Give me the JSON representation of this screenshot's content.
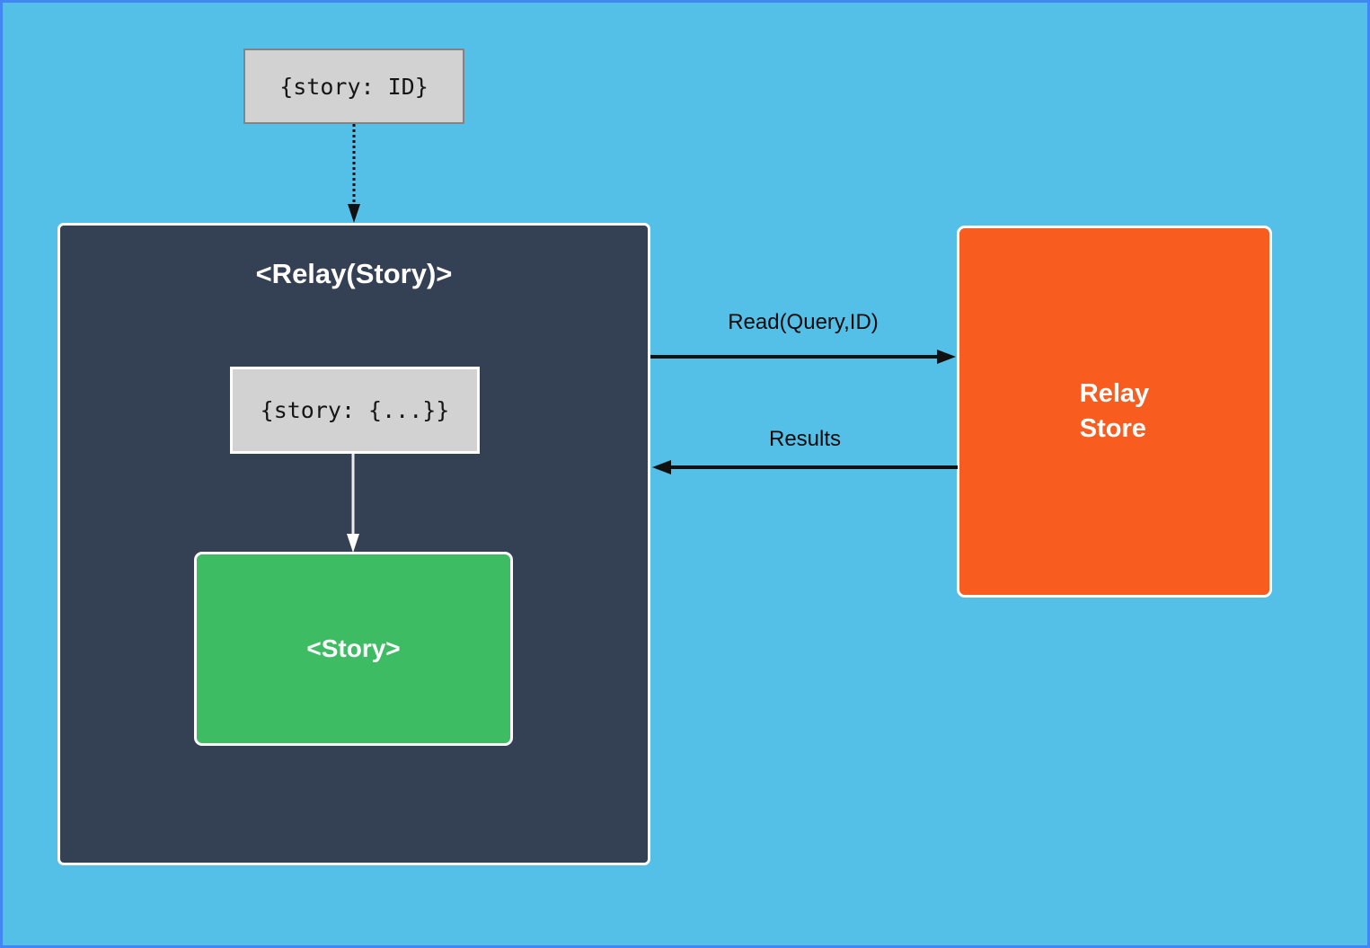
{
  "diagram": {
    "query_box_label": "{story: ID}",
    "relay_container_title": "<Relay(Story)>",
    "props_box_label": "{story: {...}}",
    "story_box_label": "<Story>",
    "store_box_label": "Relay\nStore",
    "read_arrow_label": "Read(Query,ID)",
    "results_arrow_label": "Results"
  },
  "colors": {
    "canvas-bg": "#54c0e8",
    "frame-border": "#4285f4",
    "relay-container": "#344053",
    "story-green": "#3ebc63",
    "store-orange": "#f85c1f",
    "gray-box": "#d2d2d2",
    "arrow-black": "#161616",
    "text-white": "#ffffff"
  }
}
